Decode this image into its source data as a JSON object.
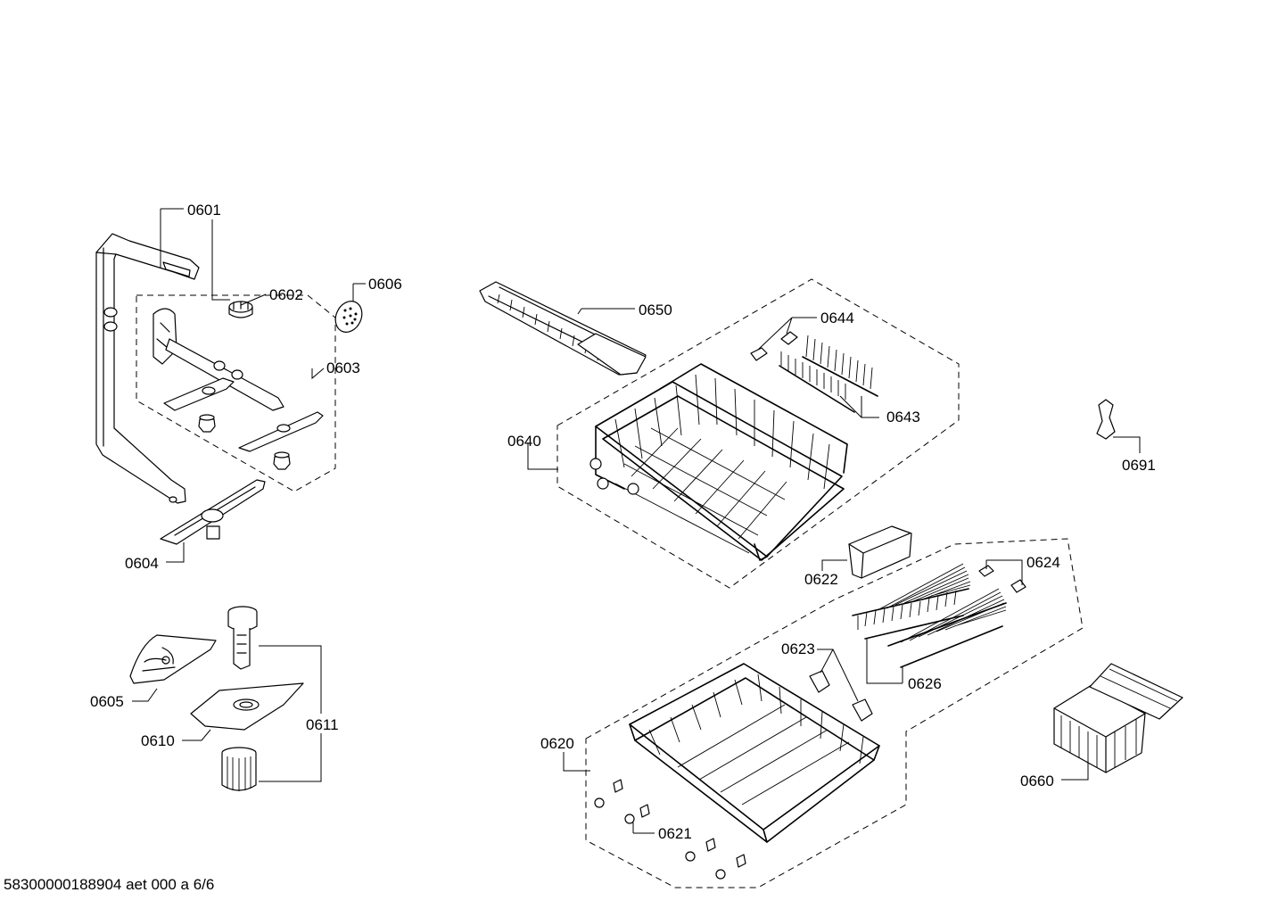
{
  "labels": {
    "p0601": "0601",
    "p0602": "0602",
    "p0603": "0603",
    "p0604": "0604",
    "p0605": "0605",
    "p0606": "0606",
    "p0610": "0610",
    "p0611": "0611",
    "p0620": "0620",
    "p0621": "0621",
    "p0622": "0622",
    "p0623": "0623",
    "p0624": "0624",
    "p0626": "0626",
    "p0640": "0640",
    "p0643": "0643",
    "p0644": "0644",
    "p0650": "0650",
    "p0660": "0660",
    "p0691": "0691"
  },
  "footer": "58300000188904 aet 000 a 6/6"
}
